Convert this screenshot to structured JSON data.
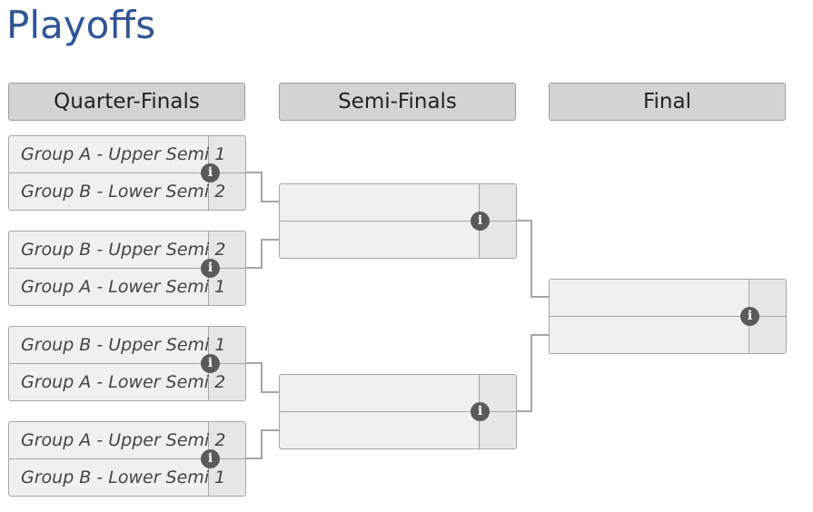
{
  "page": {
    "title": "Playoffs"
  },
  "rounds": [
    {
      "name": "Quarter-Finals"
    },
    {
      "name": "Semi-Finals"
    },
    {
      "name": "Final"
    }
  ],
  "quarter_finals": [
    {
      "team1": "Group A - Upper Semi 1",
      "team2": "Group B - Lower Semi 2"
    },
    {
      "team1": "Group B - Upper Semi 2",
      "team2": "Group A - Lower Semi 1"
    },
    {
      "team1": "Group B - Upper Semi 1",
      "team2": "Group A - Lower Semi 2"
    },
    {
      "team1": "Group A - Upper Semi 2",
      "team2": "Group B - Lower Semi 1"
    }
  ],
  "semi_finals": [
    {
      "team1": "",
      "team2": ""
    },
    {
      "team1": "",
      "team2": ""
    }
  ],
  "final": {
    "team1": "",
    "team2": ""
  },
  "icons": {
    "info": "info-icon",
    "info_glyph": "i"
  },
  "colors": {
    "title": "#2f5597",
    "header_bg": "#d3d3d3",
    "connector": "#a6a6a6",
    "icon_bg": "#5a5a5a"
  }
}
